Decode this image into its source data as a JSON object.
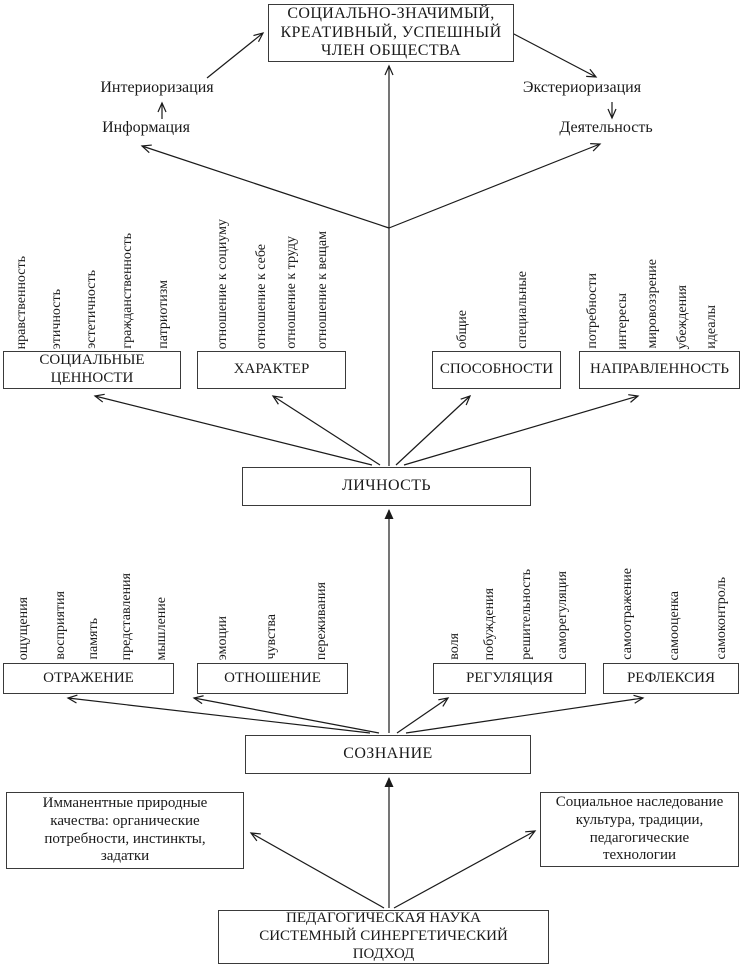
{
  "colors": {
    "ink": "#1a1a1a",
    "border": "#3a3a3a",
    "background": "#ffffff"
  },
  "top_box": {
    "lines": [
      "СОЦИАЛЬНО-ЗНАЧИМЫЙ,",
      "КРЕАТИВНЫЙ, УСПЕШНЫЙ",
      "ЧЛЕН ОБЩЕСТВА"
    ]
  },
  "flows": {
    "interiorization": "Интериоризация",
    "information": "Информация",
    "exteriorization": "Экстериоризация",
    "activity": "Деятельность"
  },
  "personality": {
    "label": "ЛИЧНОСТЬ",
    "groups": [
      {
        "title": "СОЦИАЛЬНЫЕ ЦЕННОСТИ",
        "items": [
          "нравственность",
          "этичность",
          "эстетичность",
          "гражданственность",
          "патриотизм"
        ]
      },
      {
        "title": "ХАРАКТЕР",
        "items": [
          "отношение к социуму",
          "отношение к себе",
          "отношение к труду",
          "отношение к вещам"
        ]
      },
      {
        "title": "СПОСОБНОСТИ",
        "items": [
          "общие",
          "специальные"
        ]
      },
      {
        "title": "НАПРАВЛЕННОСТЬ",
        "items": [
          "потребности",
          "интересы",
          "мировоззрение",
          "убеждения",
          "идеалы"
        ]
      }
    ]
  },
  "consciousness": {
    "label": "СОЗНАНИЕ",
    "groups": [
      {
        "title": "ОТРАЖЕНИЕ",
        "items": [
          "ощущения",
          "восприятия",
          "память",
          "представления",
          "мышление"
        ]
      },
      {
        "title": "ОТНОШЕНИЕ",
        "items": [
          "эмоции",
          "чувства",
          "переживания"
        ]
      },
      {
        "title": "РЕГУЛЯЦИЯ",
        "items": [
          "воля",
          "побуждения",
          "решительность",
          "саморегуляция"
        ]
      },
      {
        "title": "РЕФЛЕКСИЯ",
        "items": [
          "самоотражение",
          "самооценка",
          "самоконтроль"
        ]
      }
    ]
  },
  "foundations": {
    "natural": {
      "lines": [
        "Имманентные природные",
        "качества: органические",
        "потребности, инстинкты,",
        "задатки"
      ]
    },
    "social": {
      "lines": [
        "Социальное наследование",
        "культура, традиции,",
        "педагогические",
        "технологии"
      ]
    }
  },
  "base_box": {
    "lines": [
      "ПЕДАГОГИЧЕСКАЯ НАУКА",
      "СИСТЕМНЫЙ СИНЕРГЕТИЧЕСКИЙ",
      "ПОДХОД"
    ]
  }
}
